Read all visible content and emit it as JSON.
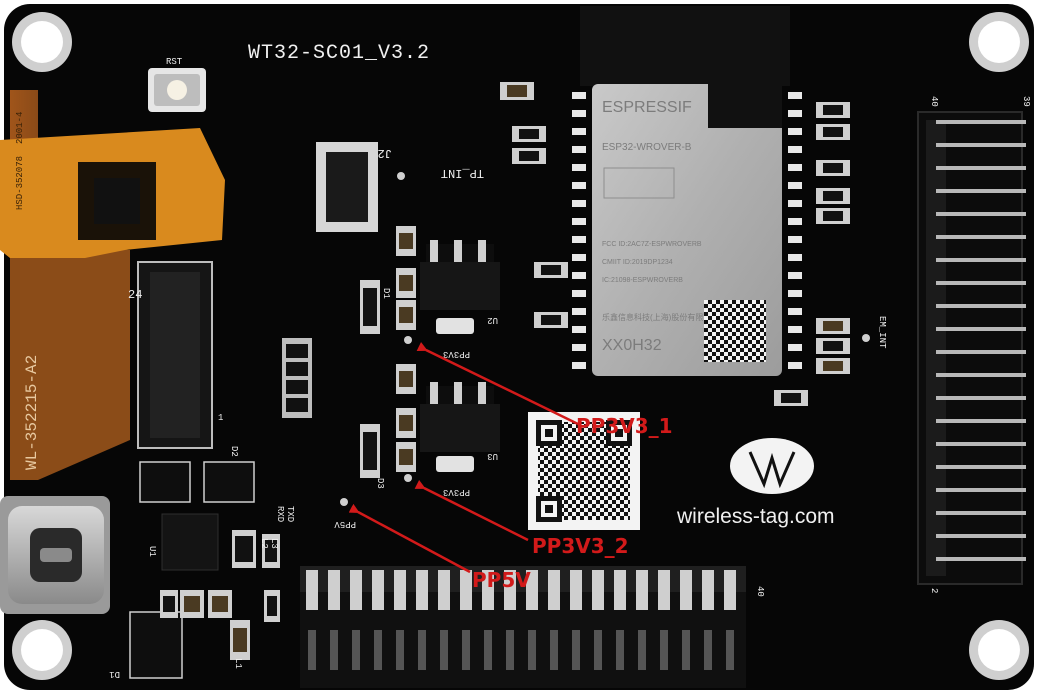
{
  "board": {
    "title": "WT32-SC01_V3.2",
    "website": "wireless-tag.com",
    "rst_label": "RST",
    "fpc_label": "WL-352215-A2",
    "fpc_tab_label": "HSD-352078",
    "fpc_tab_label2": "2001-4",
    "pin_24": "24",
    "pin_1": "1",
    "j2_label": "J2",
    "tp_int_label": "TP_INT",
    "em_int_label": "EM_INT",
    "u2_label": "U2",
    "u3_label": "U3",
    "u1_label": "U1",
    "d1_label": "D1",
    "d2_label": "D2",
    "d3_label": "D3",
    "l1_label": "L1",
    "l2_label": "L2",
    "l3_label": "L3",
    "pp5v_silk": "PP5V",
    "pp3v3_silk": "PP3V3",
    "header_right_top": "40",
    "header_right_side": "39",
    "header_right_bottom": "2",
    "header_bottom_end": "40",
    "rxd_label": "RXD",
    "txd_label": "TXD"
  },
  "module": {
    "brand": "ESPRESSIF",
    "model": "ESP32-WROVER-B",
    "line1": "FCC ID:2AC7Z-ESPWROVERB",
    "line2": "CMIIT ID:2019DP1234",
    "line3": "IC:21098-ESPWROVERB",
    "maker": "乐鑫信息科技(上海)股份有限公司",
    "code": "XX0H32"
  },
  "annotations": [
    {
      "label": "PP3V3_1",
      "color": "#d21a1a"
    },
    {
      "label": "PP3V3_2",
      "color": "#d21a1a"
    },
    {
      "label": "PP5V",
      "color": "#d21a1a"
    }
  ],
  "colors": {
    "pcb": "#060606",
    "annotation": "#d21a1a",
    "fpc": "#d98a1e",
    "module": "#b7b7b7",
    "white": "#f4f4f4"
  }
}
